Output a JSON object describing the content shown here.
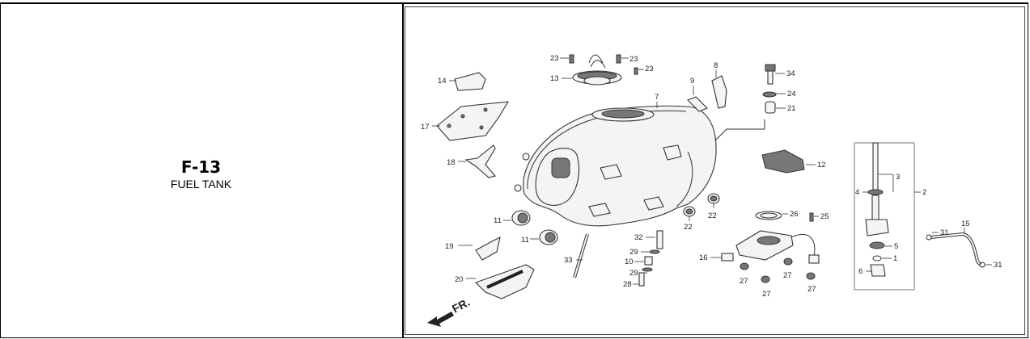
{
  "section": {
    "code": "F-13",
    "title": "FUEL TANK"
  },
  "diagram": {
    "direction_label": "FR.",
    "callouts": [
      {
        "id": "c-23a",
        "text": "23"
      },
      {
        "id": "c-23b",
        "text": "23"
      },
      {
        "id": "c-23c",
        "text": "23"
      },
      {
        "id": "c-13",
        "text": "13"
      },
      {
        "id": "c-14",
        "text": "14"
      },
      {
        "id": "c-17",
        "text": "17"
      },
      {
        "id": "c-18",
        "text": "18"
      },
      {
        "id": "c-11a",
        "text": "11"
      },
      {
        "id": "c-11b",
        "text": "11"
      },
      {
        "id": "c-19",
        "text": "19"
      },
      {
        "id": "c-20",
        "text": "20"
      },
      {
        "id": "c-9",
        "text": "9"
      },
      {
        "id": "c-8",
        "text": "8"
      },
      {
        "id": "c-7",
        "text": "7"
      },
      {
        "id": "c-34",
        "text": "34"
      },
      {
        "id": "c-24",
        "text": "24"
      },
      {
        "id": "c-21",
        "text": "21"
      },
      {
        "id": "c-12",
        "text": "12"
      },
      {
        "id": "c-22a",
        "text": "22"
      },
      {
        "id": "c-22b",
        "text": "22"
      },
      {
        "id": "c-26",
        "text": "26"
      },
      {
        "id": "c-25",
        "text": "25"
      },
      {
        "id": "c-16",
        "text": "16"
      },
      {
        "id": "c-27a",
        "text": "27"
      },
      {
        "id": "c-27b",
        "text": "27"
      },
      {
        "id": "c-27c",
        "text": "27"
      },
      {
        "id": "c-27d",
        "text": "27"
      },
      {
        "id": "c-32",
        "text": "32"
      },
      {
        "id": "c-29a",
        "text": "29"
      },
      {
        "id": "c-10",
        "text": "10"
      },
      {
        "id": "c-29b",
        "text": "29"
      },
      {
        "id": "c-28",
        "text": "28"
      },
      {
        "id": "c-33",
        "text": "33"
      },
      {
        "id": "c-3",
        "text": "3"
      },
      {
        "id": "c-4",
        "text": "4"
      },
      {
        "id": "c-2",
        "text": "2"
      },
      {
        "id": "c-5",
        "text": "5"
      },
      {
        "id": "c-1",
        "text": "1"
      },
      {
        "id": "c-6",
        "text": "6"
      },
      {
        "id": "c-31a",
        "text": "31"
      },
      {
        "id": "c-15",
        "text": "15"
      },
      {
        "id": "c-31b",
        "text": "31"
      }
    ]
  }
}
